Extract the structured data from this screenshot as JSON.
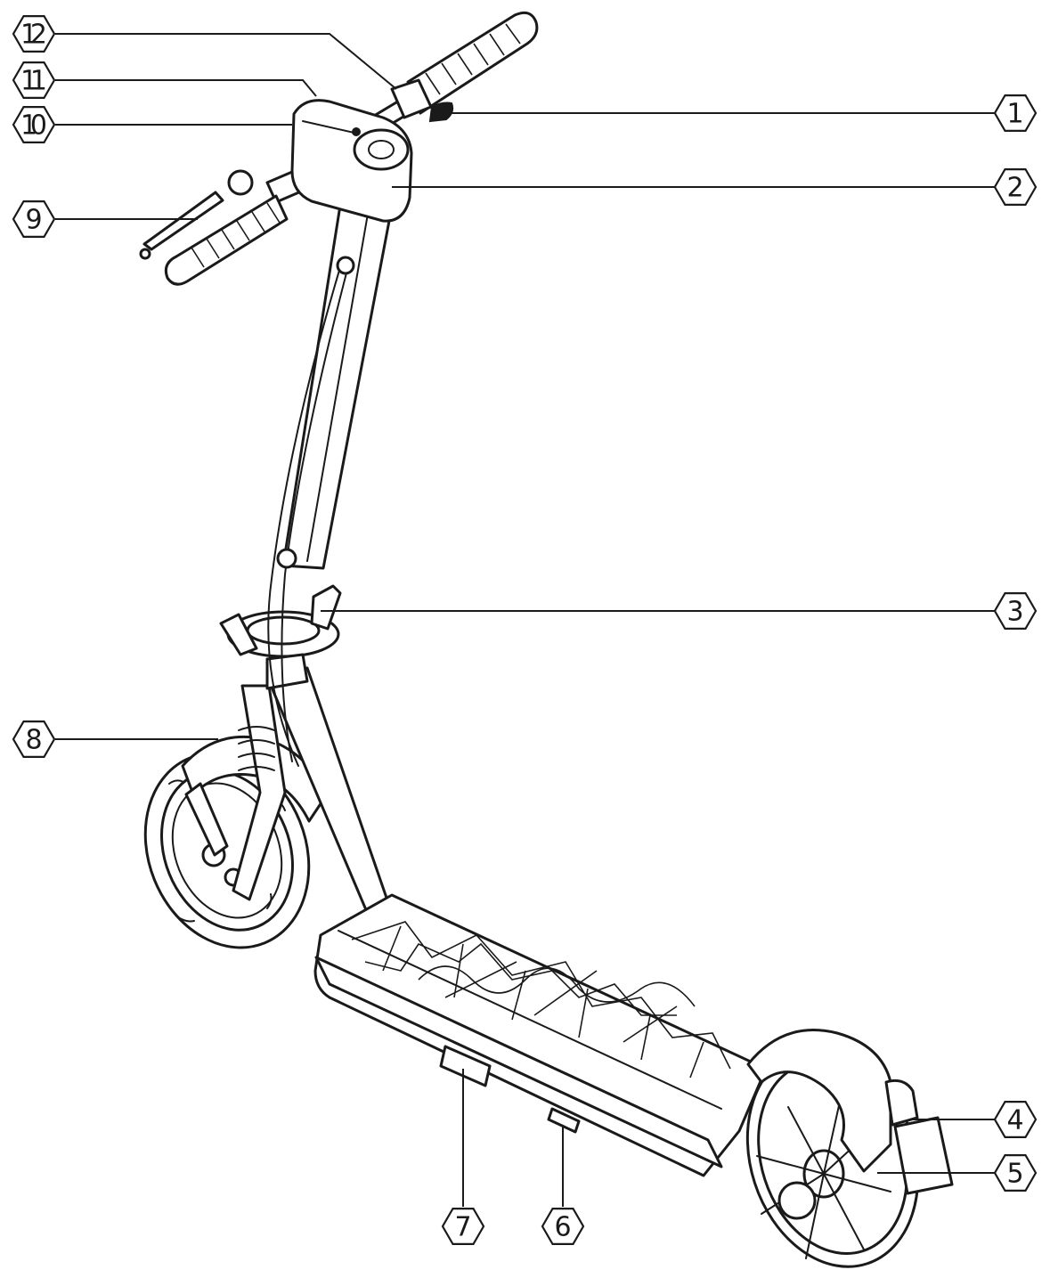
{
  "callouts": [
    {
      "id": "1",
      "label": "1"
    },
    {
      "id": "2",
      "label": "2"
    },
    {
      "id": "3",
      "label": "3"
    },
    {
      "id": "4",
      "label": "4"
    },
    {
      "id": "5",
      "label": "5"
    },
    {
      "id": "6",
      "label": "6"
    },
    {
      "id": "7",
      "label": "7"
    },
    {
      "id": "8",
      "label": "8"
    },
    {
      "id": "9",
      "label": "9"
    },
    {
      "id": "10",
      "label": "10"
    },
    {
      "id": "11",
      "label": "11"
    },
    {
      "id": "12",
      "label": "12"
    }
  ],
  "colors": {
    "line": "#1a1a1a",
    "background": "#ffffff"
  }
}
